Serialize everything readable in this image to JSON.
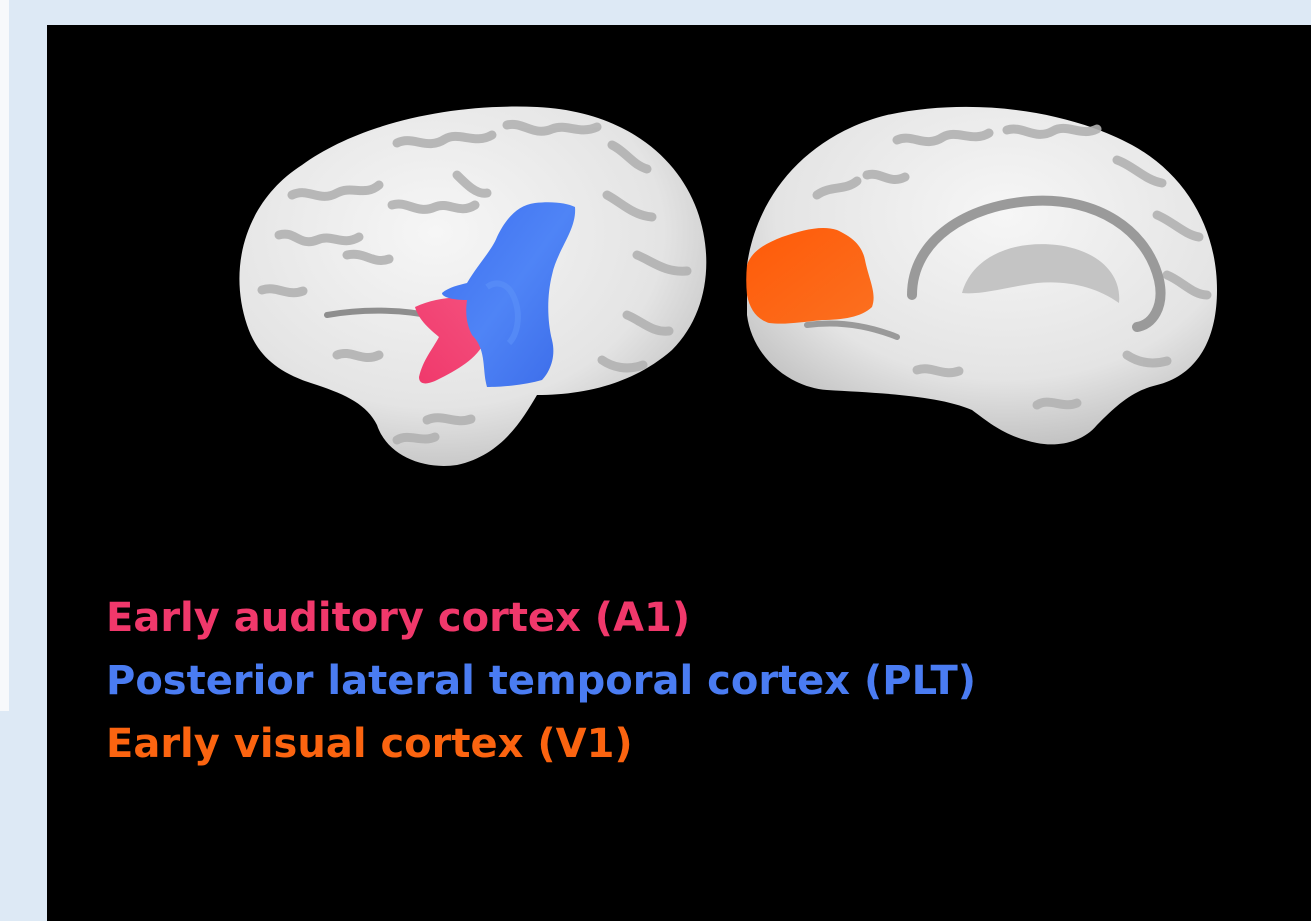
{
  "figure": {
    "views": [
      {
        "name": "lateral-surface"
      },
      {
        "name": "medial-surface"
      }
    ],
    "regions": [
      {
        "key": "a1",
        "label": "Early auditory cortex (A1)",
        "color": "#f0386b"
      },
      {
        "key": "plt",
        "label": "Posterior lateral temporal cortex (PLT)",
        "color": "#4a7cf2"
      },
      {
        "key": "v1",
        "label": "Early visual cortex (V1)",
        "color": "#fb6410"
      }
    ],
    "surface_colors": {
      "background": "#000000",
      "cortex_light": "#e8e8e8",
      "cortex_dark": "#a9a9a9"
    }
  }
}
